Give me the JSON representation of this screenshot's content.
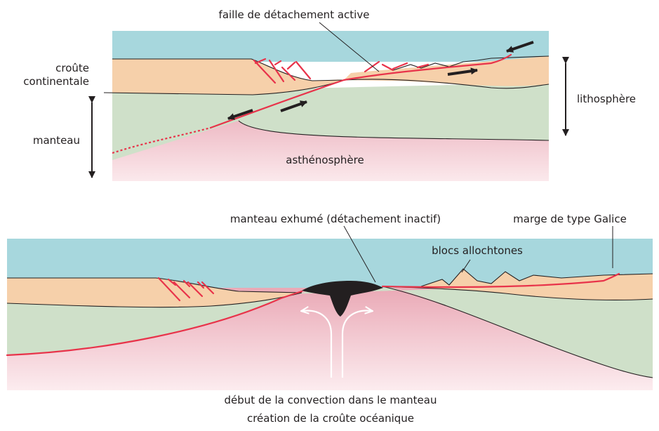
{
  "top_panel": {
    "title_label": "faille de détachement active",
    "crust_label_line1": "croûte",
    "crust_label_line2": "continentale",
    "mantle_label": "manteau",
    "lithosphere_label": "lithosphère",
    "asthenosphere_label": "asthénosphère"
  },
  "bottom_panel": {
    "exhumed_mantle_label": "manteau exhumé (détachement inactif)",
    "galicia_margin_label": "marge de type Galice",
    "allochthonous_blocks_label": "blocs allochtones",
    "caption_line1": "début de la convection dans le manteau",
    "caption_line2": "création de la croûte océanique"
  },
  "colors": {
    "sea": "#a7d7dd",
    "continental_crust": "#f6d0aa",
    "lithospheric_mantle": "#cfe0c9",
    "asthenosphere": "#eab9c1",
    "fault": "#e8334a",
    "exhumed_mantle": "#231f20"
  }
}
